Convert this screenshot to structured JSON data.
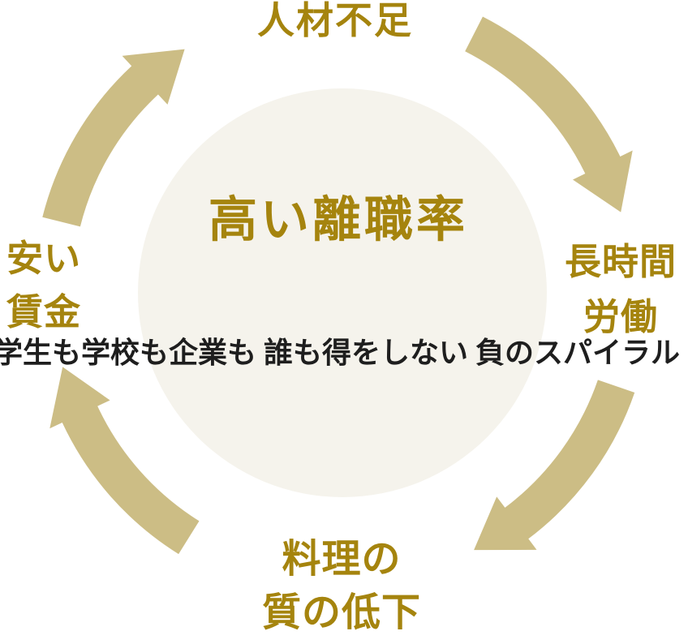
{
  "diagram": {
    "type": "cycle",
    "flow_direction": "clockwise",
    "center": {
      "title": "高い離職率",
      "description_lines": [
        "学生も学校も企業も",
        "誰も得をしない",
        "負のスパイラル"
      ]
    },
    "cycle_steps": [
      {
        "position": "top",
        "label": "人材不足",
        "lines": [
          "人材不足"
        ]
      },
      {
        "position": "right",
        "label": "長時間労働",
        "lines": [
          "長時間",
          "労働"
        ]
      },
      {
        "position": "bottom",
        "label": "料理の質の低下",
        "lines": [
          "料理の",
          "質の低下"
        ]
      },
      {
        "position": "left",
        "label": "安い賃金",
        "lines": [
          "安い",
          "賃金"
        ]
      }
    ],
    "colors": {
      "gold_text": "#a5840e",
      "arrow": "#ccbd85",
      "circle_fill": "#f5f3ec",
      "dark_text": "#1e1e1e",
      "background": "#ffffff"
    }
  }
}
